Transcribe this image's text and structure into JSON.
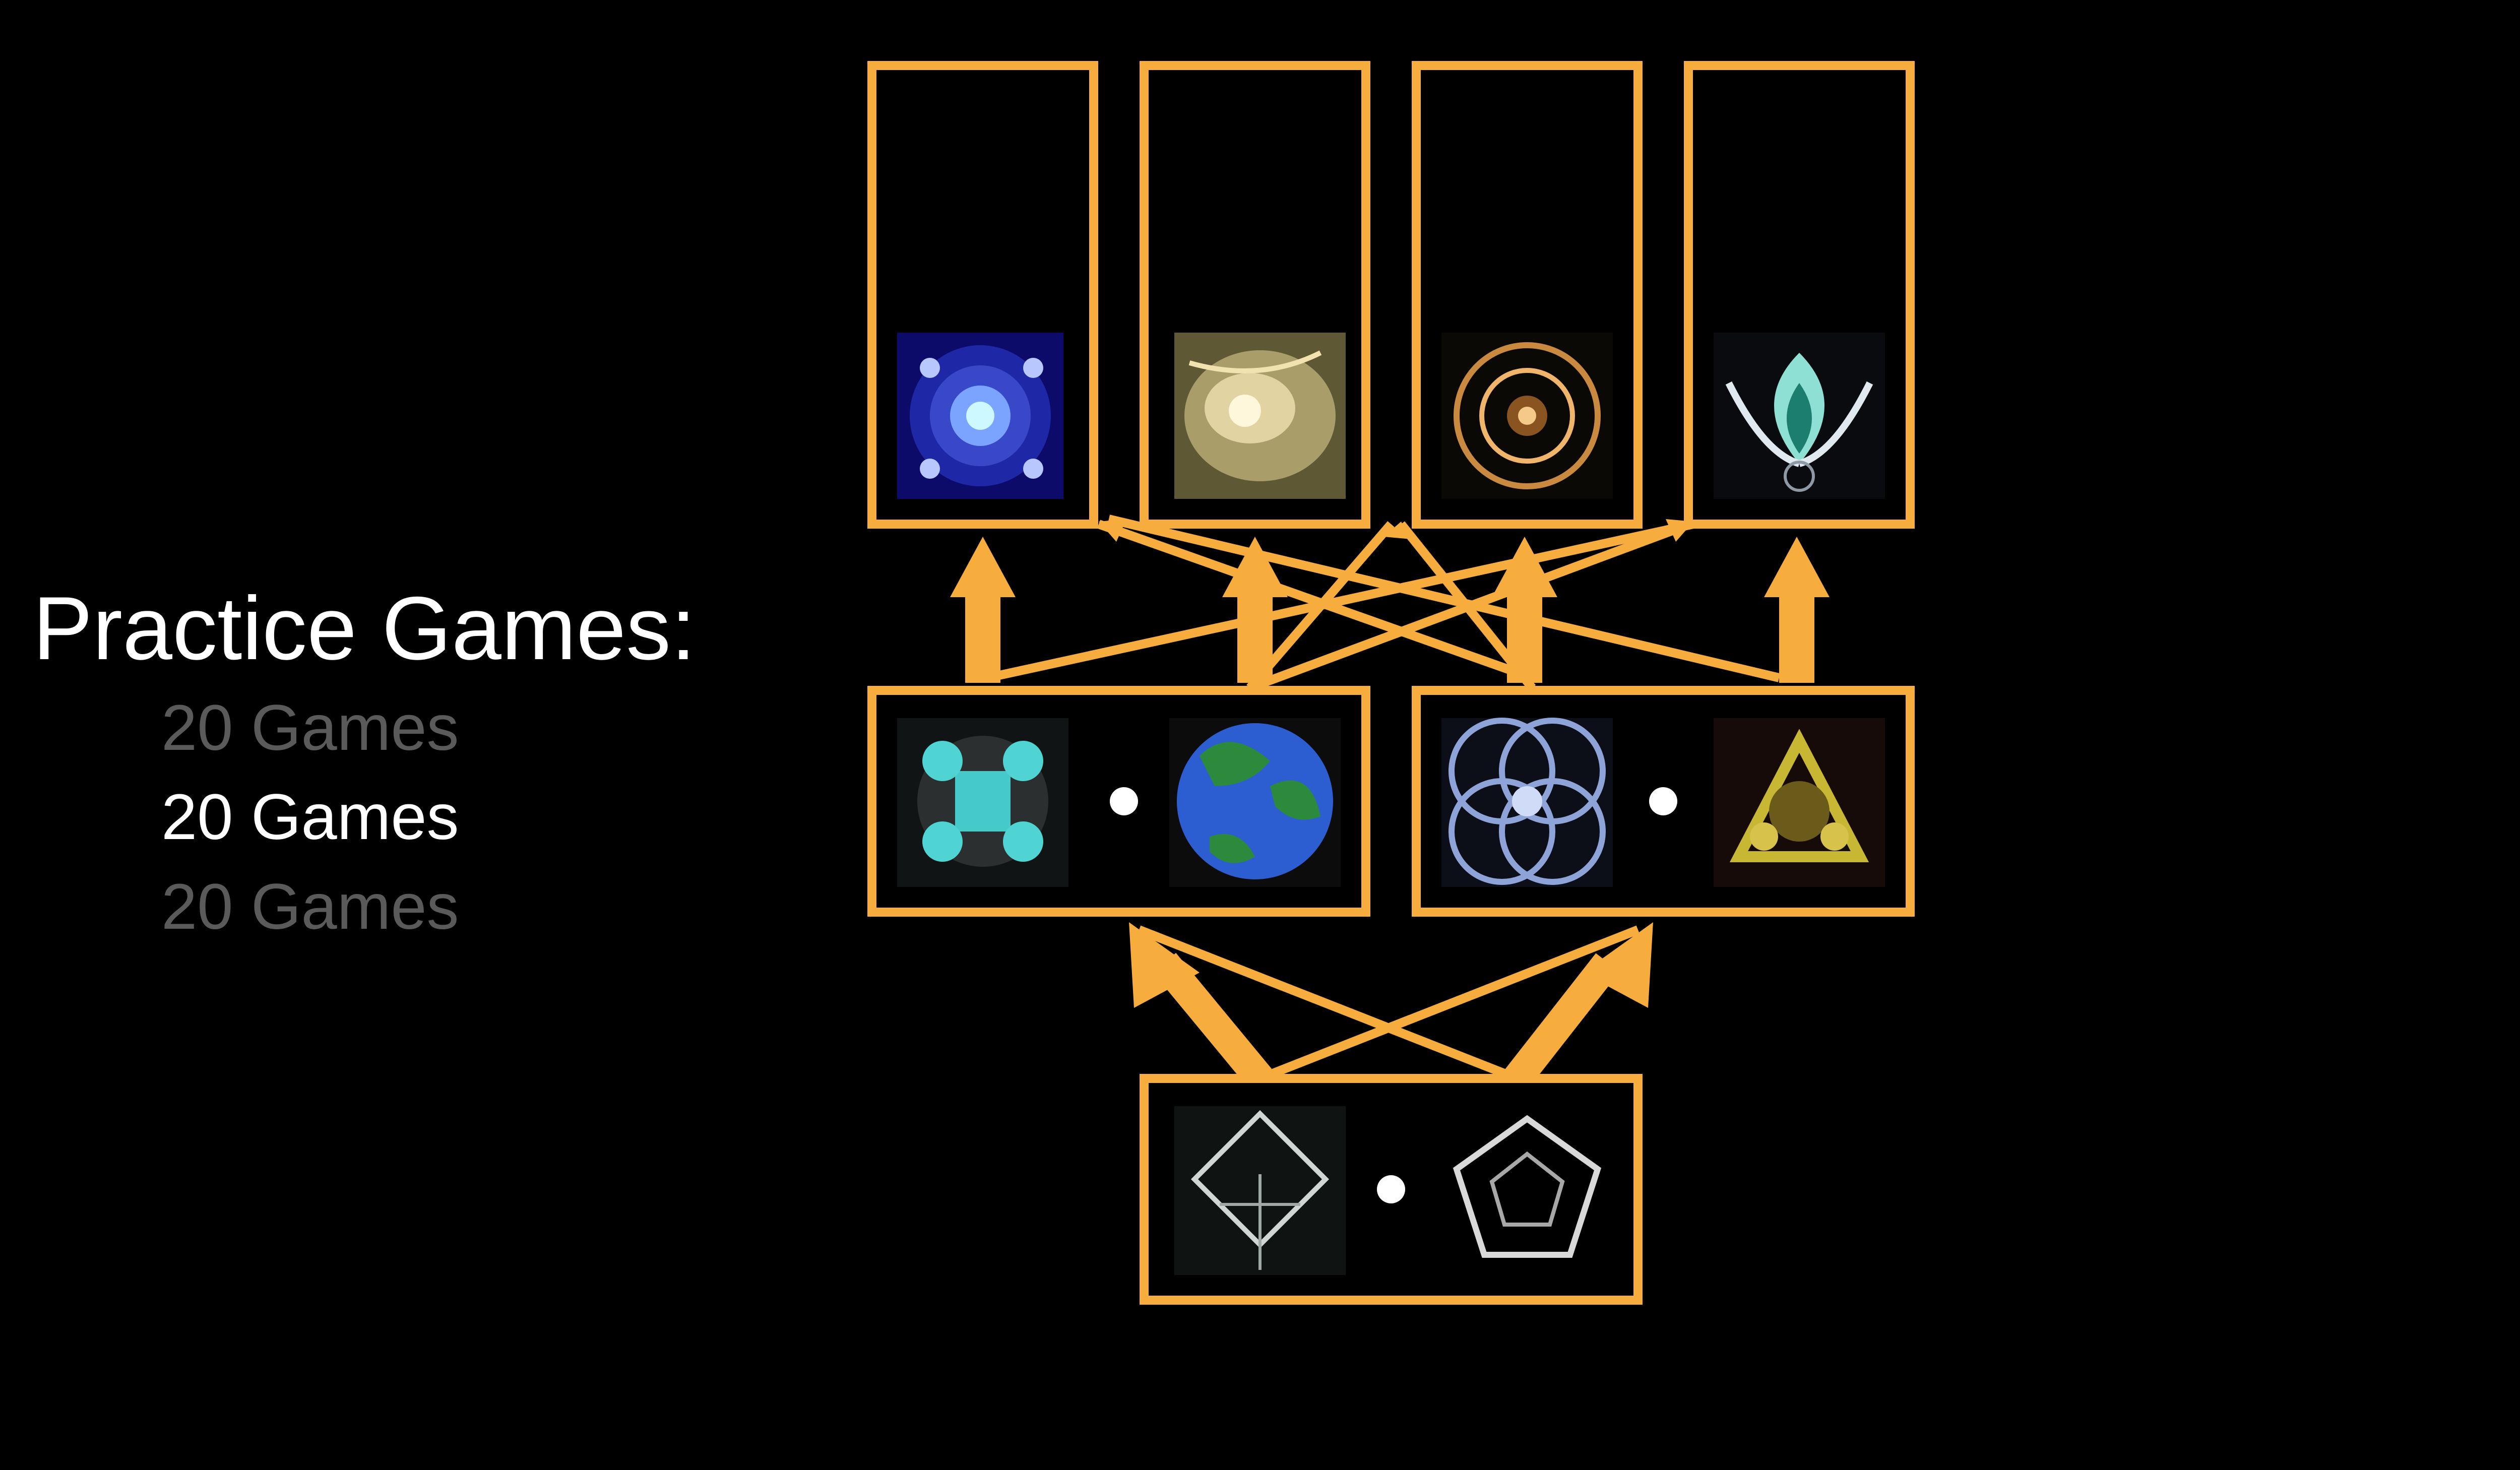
{
  "legend": {
    "title": "Practice Games:",
    "lines": [
      {
        "text": "20 Games",
        "color": "#5a5a5a"
      },
      {
        "text": "20 Games",
        "color": "#ffffff"
      },
      {
        "text": "20 Games",
        "color": "#5a5a5a"
      }
    ]
  },
  "colors": {
    "accent": "#f7ac3e",
    "background": "#000000",
    "dot": "#ffffff"
  },
  "diagram": {
    "top_row": [
      {
        "icon": "blue-snowflake-spiral-fractal-icon"
      },
      {
        "icon": "golden-swirl-fractal-icon"
      },
      {
        "icon": "orange-flower-fractal-icon"
      },
      {
        "icon": "teal-lotus-fractal-icon"
      }
    ],
    "middle_row": [
      {
        "left_icon": "teal-snowflake-fractal-icon",
        "right_icon": "green-blue-planet-fractal-icon"
      },
      {
        "left_icon": "blue-circle-knot-fractal-icon",
        "right_icon": "yellow-triangle-fractal-icon"
      }
    ],
    "bottom_row": [
      {
        "left_icon": "white-arrow-tree-fractal-icon",
        "right_icon": "white-pentagon-fractal-icon"
      }
    ]
  }
}
